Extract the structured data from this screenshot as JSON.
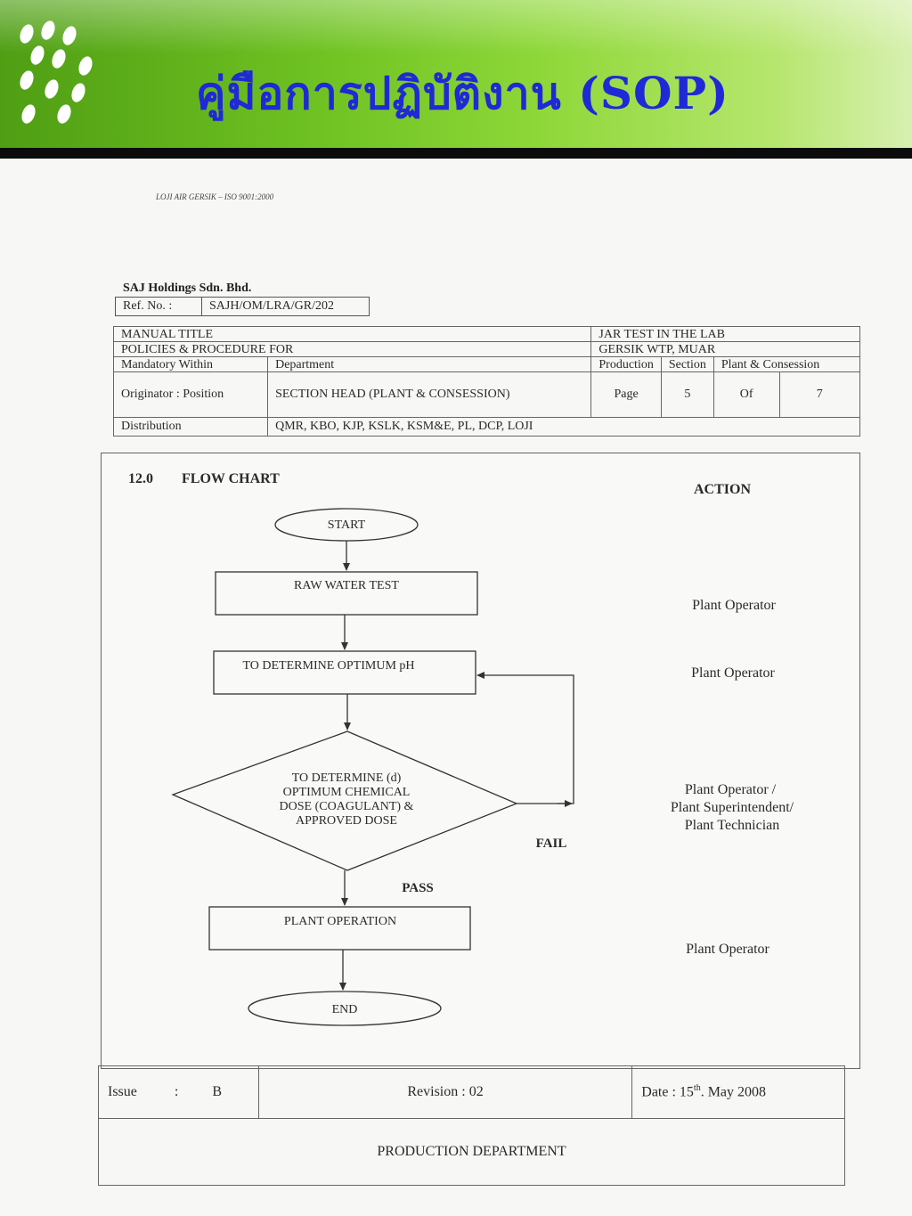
{
  "slide": {
    "title": "คู่มือการปฏิบัติงาน (SOP)",
    "accent_color": "#1f29d6",
    "banner_colors": [
      "#4f9e14",
      "#8fd83a",
      "#d7f0b0"
    ],
    "logo_icon": "green-dot-cluster-logo"
  },
  "document": {
    "iso_note": "LOJI AIR GERSIK – ISO 9001:2000",
    "company": "SAJ Holdings Sdn. Bhd.",
    "ref_label": "Ref. No. :",
    "ref_value": "SAJH/OM/LRA/GR/202",
    "table": {
      "manual_title_label": "MANUAL TITLE",
      "manual_title_value": "JAR TEST IN THE  LAB",
      "policies_label": "POLICIES & PROCEDURE FOR",
      "policies_value": "GERSIK WTP, MUAR",
      "mandatory_label": "Mandatory Within",
      "department_label": "Department",
      "department_value": "Production",
      "section_label": "Section",
      "section_value": "Plant  & Consession",
      "originator_label": "Originator  :  Position",
      "position_value": "SECTION HEAD (PLANT & CONSESSION)",
      "page_label": "Page",
      "page_number": "5",
      "of_label": "Of",
      "page_total": "7",
      "distribution_label": "Distribution",
      "distribution_value": "QMR, KBO, KJP, KSLK, KSM&E, PL, DCP, LOJI"
    },
    "flowchart": {
      "section_number": "12.0",
      "section_title": "FLOW CHART",
      "action_heading": "ACTION",
      "start": "START",
      "step1": "RAW WATER TEST",
      "step2": "TO DETERMINE OPTIMUM pH",
      "decision_lines": [
        "TO DETERMINE   (d)",
        "OPTIMUM CHEMICAL",
        "DOSE (COAGULANT) &",
        "APPROVED DOSE"
      ],
      "fail_label": "FAIL",
      "pass_label": "PASS",
      "step3": "PLANT OPERATION",
      "end": "END",
      "action1": "Plant Operator",
      "action2": "Plant Operator",
      "action3_lines": [
        "Plant Operator /",
        "Plant Superintendent/",
        "Plant Technician"
      ],
      "action4": "Plant Operator"
    },
    "footer": {
      "issue_label": "Issue",
      "issue_colon": ":",
      "issue_value": "B",
      "revision": "Revision : 02",
      "date_prefix": "Date : 15",
      "date_sup": "th",
      "date_suffix": ". May 2008",
      "department": "PRODUCTION DEPARTMENT"
    }
  }
}
